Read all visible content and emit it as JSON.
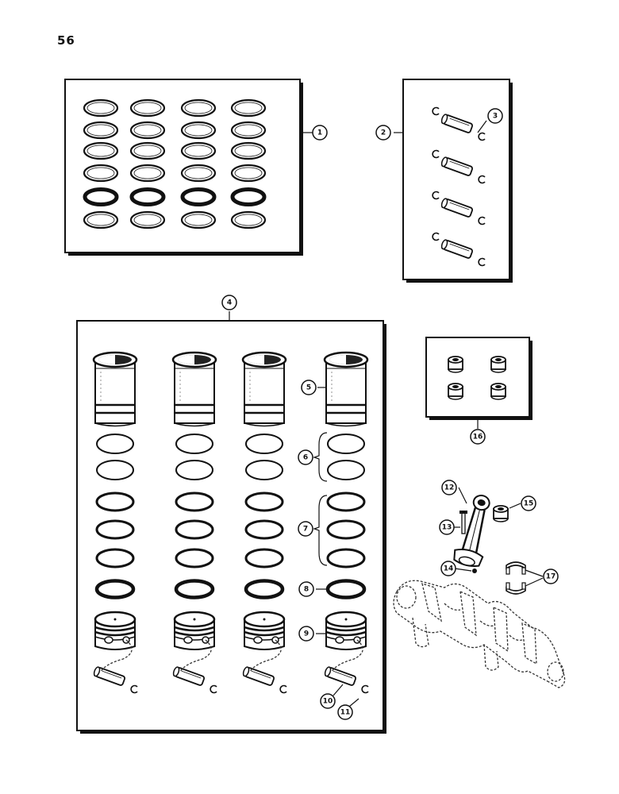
{
  "page_number": "56",
  "callouts": [
    {
      "id": "c1",
      "label": "1"
    },
    {
      "id": "c2",
      "label": "2"
    },
    {
      "id": "c3",
      "label": "3"
    },
    {
      "id": "c4",
      "label": "4"
    },
    {
      "id": "c5",
      "label": "5"
    },
    {
      "id": "c6",
      "label": "6"
    },
    {
      "id": "c7",
      "label": "7"
    },
    {
      "id": "c8",
      "label": "8"
    },
    {
      "id": "c9",
      "label": "9"
    },
    {
      "id": "c10",
      "label": "10"
    },
    {
      "id": "c11",
      "label": "11"
    },
    {
      "id": "c12",
      "label": "12"
    },
    {
      "id": "c13",
      "label": "13"
    },
    {
      "id": "c14",
      "label": "14"
    },
    {
      "id": "c15",
      "label": "15"
    },
    {
      "id": "c16",
      "label": "16"
    },
    {
      "id": "c17",
      "label": "17"
    }
  ]
}
